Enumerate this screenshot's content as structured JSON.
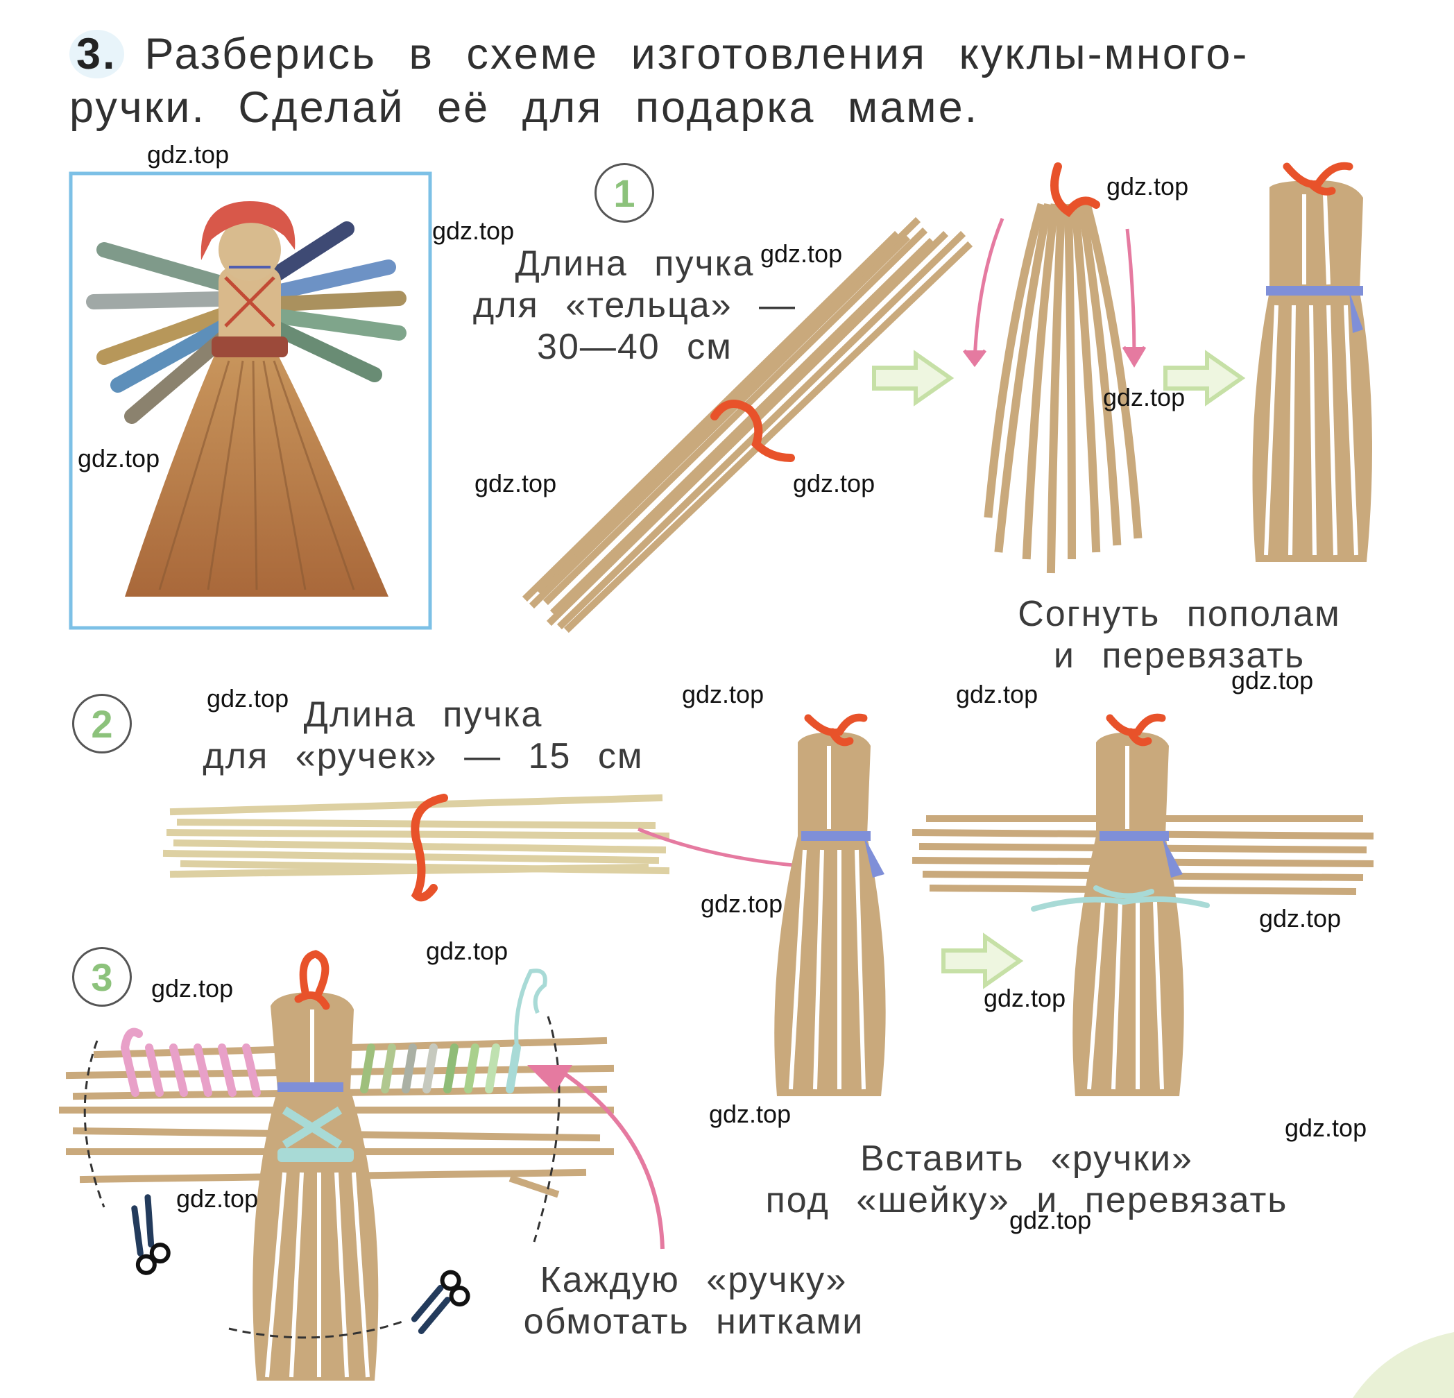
{
  "task": {
    "number": "3.",
    "line1": "Разберись в схеме изготовления куклы-много-",
    "line2": "ручки. Сделай её для подарка маме."
  },
  "steps": [
    {
      "number": "1",
      "caption_lines": [
        "Длина пучка",
        "для «тельца» —",
        "30—40 см"
      ]
    },
    {
      "number": "2",
      "caption_lines": [
        "Длина пучка",
        "для «ручек» — 15 см"
      ]
    },
    {
      "number": "3"
    }
  ],
  "instructions": {
    "fold": [
      "Согнуть пополам",
      "и перевязать"
    ],
    "insert": [
      "Вставить «ручки»",
      "под «шейку» и перевязать"
    ],
    "wrap": [
      "Каждую «ручку»",
      "обмотать нитками"
    ]
  },
  "watermark": "gdz.top",
  "colors": {
    "straw": "#c9a97c",
    "straw_light": "#ddd0a2",
    "tie_red": "#e8522a",
    "tie_blue": "#7f8fd8",
    "tie_cyan": "#a8dad6",
    "arrow_green": "#c6e0a6",
    "arrow_pink": "#e57aa0",
    "photo_frame": "#7cc0e6",
    "step_number": "#8cc27b"
  },
  "icons": [
    "scissors-icon",
    "green-arrow-icon",
    "pink-arrow-icon"
  ]
}
